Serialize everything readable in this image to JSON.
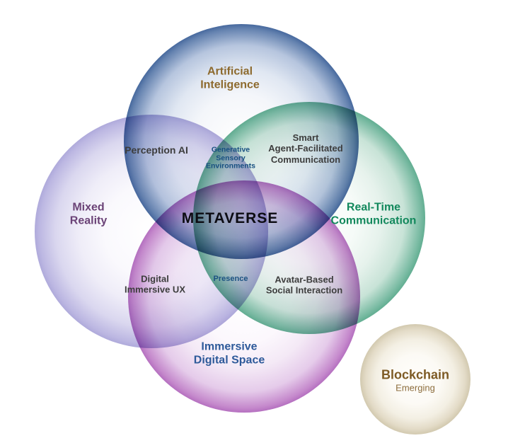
{
  "diagram": {
    "type": "venn",
    "background_color": "#ffffff",
    "center_label": {
      "text": "METAVERSE",
      "color": "#0c0c12"
    },
    "circles": [
      {
        "id": "artificial-intelligence",
        "label": "Artificial\nInteligence",
        "label_color": "#8d6a2e",
        "rim_color": "#47699e",
        "position": "top"
      },
      {
        "id": "mixed-reality",
        "label": "Mixed\nReality",
        "label_color": "#6b4377",
        "rim_color": "#afaadb",
        "position": "left"
      },
      {
        "id": "real-time-communication",
        "label": "Real-Time\nCommunication",
        "label_color": "#12885c",
        "rim_color": "#62ae92",
        "position": "right"
      },
      {
        "id": "immersive-digital-space",
        "label": "Immersive\nDigital Space",
        "label_color": "#2e5a9a",
        "rim_color": "#b570c0",
        "position": "bottom"
      }
    ],
    "intersections": [
      {
        "id": "perception-ai",
        "label": "Perception AI",
        "color": "#3d3d3d",
        "between": "artificial-intelligence + mixed-reality"
      },
      {
        "id": "generative-sensory-environments",
        "label": "Generative\nSensory\nEnvironments",
        "color": "#174f80",
        "between": "artificial-intelligence + mixed-reality + real-time-communication"
      },
      {
        "id": "smart-agent-facilitated-communication",
        "label": "Smart\nAgent-Facilitated\nCommunication",
        "color": "#3d3d3d",
        "between": "artificial-intelligence + real-time-communication"
      },
      {
        "id": "presence",
        "label": "Presence",
        "color": "#1c5282",
        "between": "mixed-reality + real-time-communication + immersive-digital-space"
      },
      {
        "id": "digital-immersive-ux",
        "label": "Digital\nImmersive UX",
        "color": "#3d3d3d",
        "between": "mixed-reality + immersive-digital-space"
      },
      {
        "id": "avatar-based-social-interaction",
        "label": "Avatar-Based\nSocial Interaction",
        "color": "#3d3d3d",
        "between": "real-time-communication + immersive-digital-space"
      }
    ],
    "external_circle": {
      "id": "blockchain",
      "label": "Blockchain",
      "sublabel": "Emerging",
      "label_color": "#7d5a24",
      "sublabel_color": "#8d6e3e",
      "rim_color": "#d2c9af"
    }
  }
}
